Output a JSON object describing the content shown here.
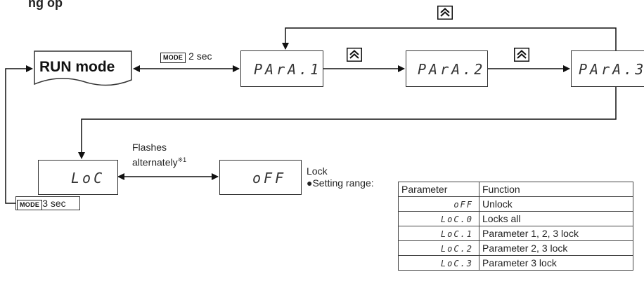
{
  "header_fragment": "ng op",
  "run_mode": {
    "label": "RUN mode"
  },
  "mode_key": "MODE",
  "mode_2sec": "2 sec",
  "mode_3sec": "3 sec",
  "up_key_icon": "double-chevron-up-icon",
  "displays": {
    "para1": "PArA.1",
    "para2": "PArA.2",
    "para3": "PArA.3",
    "loc": "LoC",
    "off": "oFF"
  },
  "flashes": {
    "line1": "Flashes",
    "line2": "alternately",
    "note": "※1"
  },
  "lock": {
    "title": "Lock",
    "setting_range": "●Setting range:"
  },
  "table": {
    "headers": [
      "Parameter",
      "Function"
    ],
    "rows": [
      {
        "code": "oFF",
        "function": "Unlock"
      },
      {
        "code": "LoC.0",
        "function": "Locks all"
      },
      {
        "code": "LoC.1",
        "function": "Parameter 1, 2, 3 lock"
      },
      {
        "code": "LoC.2",
        "function": "Parameter 2, 3 lock"
      },
      {
        "code": "LoC.3",
        "function": "Parameter 3 lock"
      }
    ]
  }
}
